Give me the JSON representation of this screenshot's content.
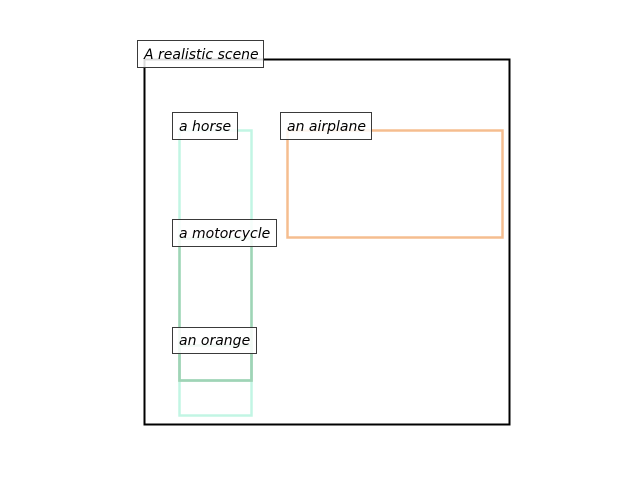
{
  "scene": {
    "title": "A realistic scene",
    "frame_color": "#000000"
  },
  "objects": [
    {
      "label": "a horse",
      "color": "#c2f5e4"
    },
    {
      "label": "an airplane",
      "color": "#f5bd8f"
    },
    {
      "label": "a motorcycle",
      "color": "#9fd4b6"
    },
    {
      "label": "an orange",
      "color": "#9fd4b6"
    }
  ]
}
